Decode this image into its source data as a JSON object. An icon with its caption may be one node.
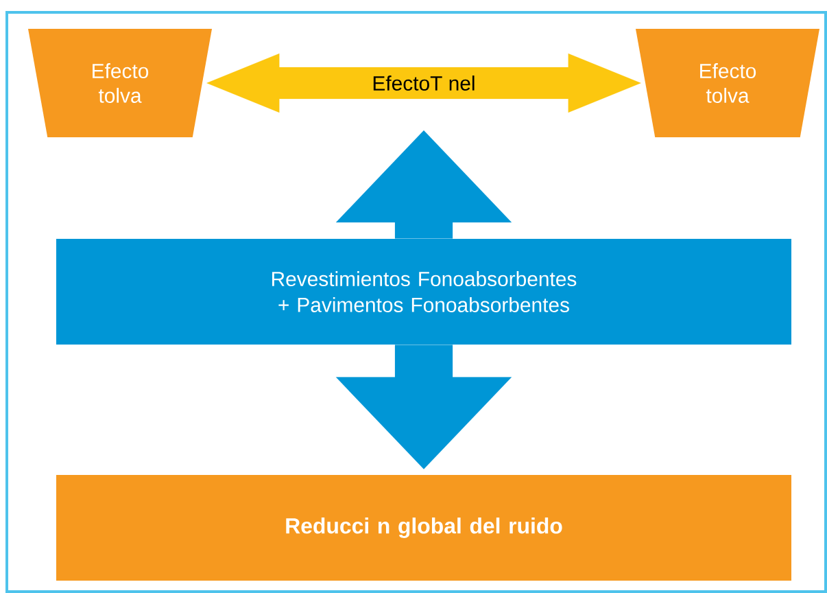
{
  "diagram": {
    "nodes": [
      {
        "text": [
          "Efecto tolva"
        ]
      },
      {
        "text": [
          "Efecto tolva"
        ]
      },
      {
        "text": [
          "Revestimientos Fonoabsorbentes + Pavimentos Fonoabsorbentes"
        ]
      },
      {
        "text": [
          "Reducci n global del ruido"
        ]
      }
    ],
    "edges": [
      {
        "from": 0,
        "to": 1,
        "arrow": "both",
        "label": "EfectoT nel",
        "color": "#fcc70f"
      },
      {
        "from": 2,
        "to": null,
        "arrow": "to"
      },
      {
        "from": 2,
        "to": 3,
        "arrow": "to"
      }
    ]
  }
}
